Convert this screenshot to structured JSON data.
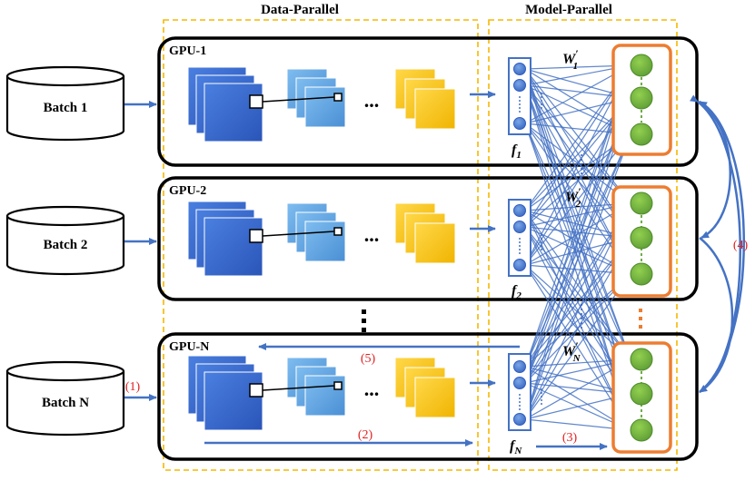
{
  "headers": {
    "data_parallel": "Data-Parallel",
    "model_parallel": "Model-Parallel"
  },
  "batches": [
    "Batch 1",
    "Batch 2",
    "Batch N"
  ],
  "gpus": [
    "GPU-1",
    "GPU-2",
    "GPU-N"
  ],
  "ellipsis": "...",
  "features": {
    "f1": {
      "base": "f",
      "sub": "1"
    },
    "f2": {
      "base": "f",
      "sub": "2"
    },
    "fN": {
      "base": "f",
      "sub": "N"
    }
  },
  "weights": {
    "w1": {
      "base": "W",
      "prime": "′",
      "sub": "1"
    },
    "w2": {
      "base": "W",
      "prime": "′",
      "sub": "2"
    },
    "wN": {
      "base": "W",
      "prime": "′",
      "sub": "N"
    }
  },
  "steps": {
    "s1": "(1)",
    "s2": "(2)",
    "s3": "(3)",
    "s4": "(4)",
    "s5": "(5)"
  },
  "colors": {
    "arrow_blue": "#4472c4",
    "dashed_orange": "#f5b800",
    "classifier_orange": "#ed7d31",
    "neuron_green": "#70ad47",
    "step_red": "#e02020",
    "conv_dark_blue": "#2f5ec4",
    "conv_light_blue": "#5b9bd5",
    "conv_yellow": "#ffc000"
  }
}
